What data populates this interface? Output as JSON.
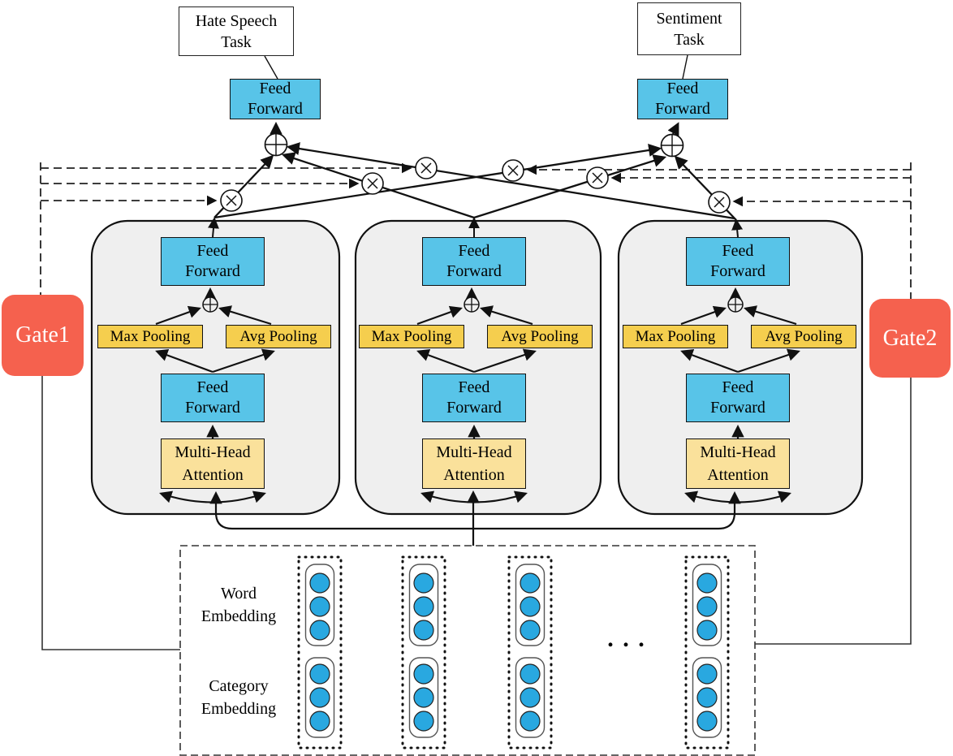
{
  "diagram": {
    "task_boxes": [
      {
        "lines": [
          "Hate Speech",
          "Task"
        ]
      },
      {
        "lines": [
          "Sentiment",
          "Task"
        ]
      }
    ],
    "tower_head": {
      "lines": [
        "Feed",
        "Forward"
      ]
    },
    "gates": [
      {
        "label": "Gate1"
      },
      {
        "label": "Gate2"
      }
    ],
    "expert_block": {
      "top_feed_forward": {
        "lines": [
          "Feed",
          "Forward"
        ]
      },
      "max_pooling": {
        "label": "Max Pooling"
      },
      "avg_pooling": {
        "label": "Avg Pooling"
      },
      "bottom_feed_forward": {
        "lines": [
          "Feed",
          "Forward"
        ]
      },
      "attention": {
        "lines": [
          "Multi-Head",
          "Attention"
        ]
      }
    },
    "input_panel": {
      "word_embedding": {
        "lines": [
          "Word",
          "Embedding"
        ]
      },
      "category_embedding": {
        "lines": [
          "Category",
          "Embedding"
        ]
      },
      "ellipsis": ". . ."
    },
    "operators": {
      "sum_icon": "⊕",
      "product_icon": "⊗"
    },
    "colors": {
      "feed_forward_box": "#58C4E8",
      "pooling_box": "#F5CE4E",
      "attention_box": "#FAE19B",
      "gate_box": "#F5614E",
      "expert_background": "#EFEFEF",
      "embedding_circle": "#29A8E0"
    }
  }
}
